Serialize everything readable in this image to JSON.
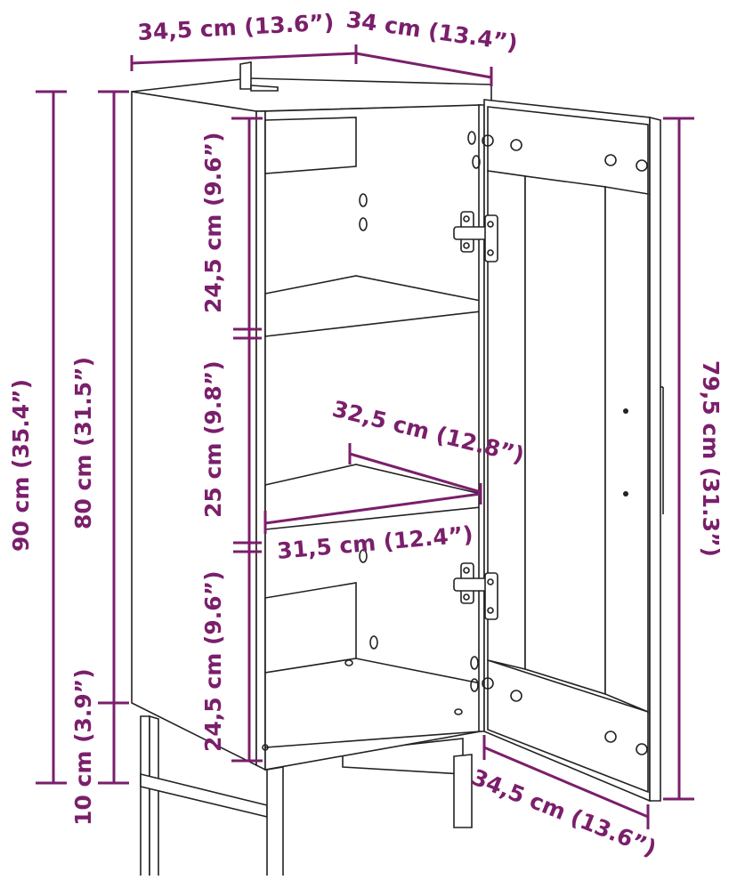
{
  "colors": {
    "dimension": "#7a1f6b",
    "outline": "#222222"
  },
  "dimensions": {
    "top_width": "34,5 cm (13.6”)",
    "top_depth": "34 cm (13.4”)",
    "shelf_top": "24,5 cm (9.6”)",
    "shelf_middle": "25 cm (9.8”)",
    "shelf_bottom": "24,5 cm (9.6”)",
    "total_height": "90 cm (35.4”)",
    "body_height": "80 cm (31.5”)",
    "leg_height": "10 cm (3.9”)",
    "inner_depth": "32,5 cm (12.8”)",
    "inner_width": "31,5 cm (12.4”)",
    "door_height": "79,5 cm (31.3”)",
    "door_width": "34,5 cm (13.6”)"
  }
}
